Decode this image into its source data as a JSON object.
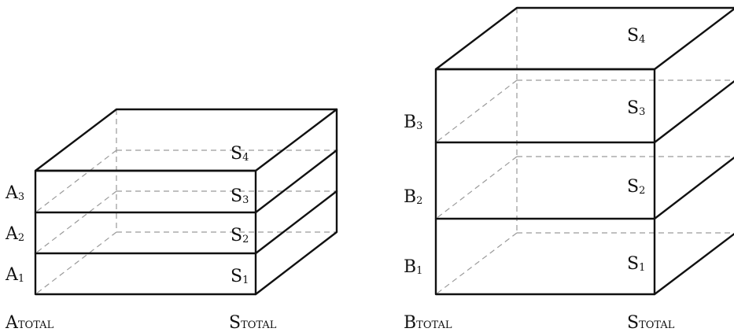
{
  "left_stack": {
    "layer_labels": [
      {
        "main": "A",
        "sub": "3"
      },
      {
        "main": "A",
        "sub": "2"
      },
      {
        "main": "A",
        "sub": "1"
      }
    ],
    "surface_labels": [
      {
        "main": "S",
        "sub": "4"
      },
      {
        "main": "S",
        "sub": "3"
      },
      {
        "main": "S",
        "sub": "2"
      },
      {
        "main": "S",
        "sub": "1"
      }
    ],
    "total_left": {
      "main": "A",
      "sub": "TOTAL"
    },
    "total_right": {
      "main": "S",
      "sub": "TOTAL"
    }
  },
  "right_stack": {
    "layer_labels": [
      {
        "main": "B",
        "sub": "3"
      },
      {
        "main": "B",
        "sub": "2"
      },
      {
        "main": "B",
        "sub": "1"
      }
    ],
    "surface_labels": [
      {
        "main": "S",
        "sub": "4"
      },
      {
        "main": "S",
        "sub": "3"
      },
      {
        "main": "S",
        "sub": "2"
      },
      {
        "main": "S",
        "sub": "1"
      }
    ],
    "total_left": {
      "main": "B",
      "sub": "TOTAL"
    },
    "total_right": {
      "main": "S",
      "sub": "TOTAL"
    }
  }
}
